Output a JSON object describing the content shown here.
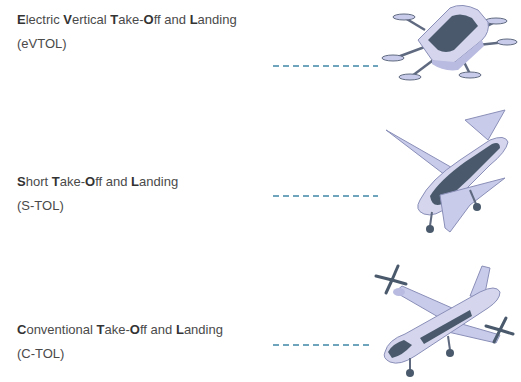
{
  "diagram": {
    "labels": [
      "Electric Vertical Take-Off and Landing",
      "(eVTOL)",
      "Short Take-Off and Landing",
      "(S-TOL)",
      "Conventional Take-Off and Landing",
      "(C-TOL)"
    ]
  }
}
